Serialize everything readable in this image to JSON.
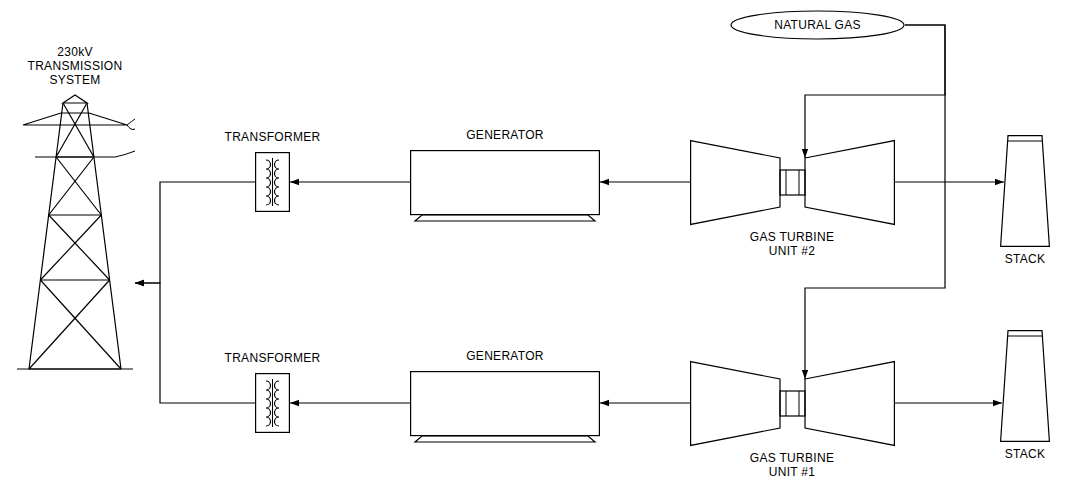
{
  "diagram": {
    "nodes": [
      {
        "text": [
          "NATURAL GAS"
        ]
      },
      {
        "text": [
          "230kV TRANSMISSION SYSTEM"
        ]
      },
      {
        "text": [
          "TRANSFORMER"
        ]
      },
      {
        "text": [
          "GENERATOR"
        ]
      },
      {
        "text": [
          "GAS TURBINE UNIT #2"
        ]
      },
      {
        "text": [
          "STACK"
        ]
      },
      {
        "text": [
          "TRANSFORMER"
        ]
      },
      {
        "text": [
          "GENERATOR"
        ]
      },
      {
        "text": [
          "GAS TURBINE UNIT #1"
        ]
      },
      {
        "text": [
          "STACK"
        ]
      }
    ],
    "edges": [
      {
        "from": 0,
        "to": 4,
        "arrow": "to"
      },
      {
        "from": 0,
        "to": 8,
        "arrow": "to"
      },
      {
        "from": 4,
        "to": 3,
        "arrow": "to"
      },
      {
        "from": 3,
        "to": 2,
        "arrow": "to"
      },
      {
        "from": 2,
        "to": 1,
        "arrow": "to"
      },
      {
        "from": 4,
        "to": 5,
        "arrow": "to"
      },
      {
        "from": 8,
        "to": 7,
        "arrow": "to"
      },
      {
        "from": 7,
        "to": 6,
        "arrow": "to"
      },
      {
        "from": 6,
        "to": 1,
        "arrow": "to"
      },
      {
        "from": 8,
        "to": 9,
        "arrow": "to"
      }
    ]
  }
}
